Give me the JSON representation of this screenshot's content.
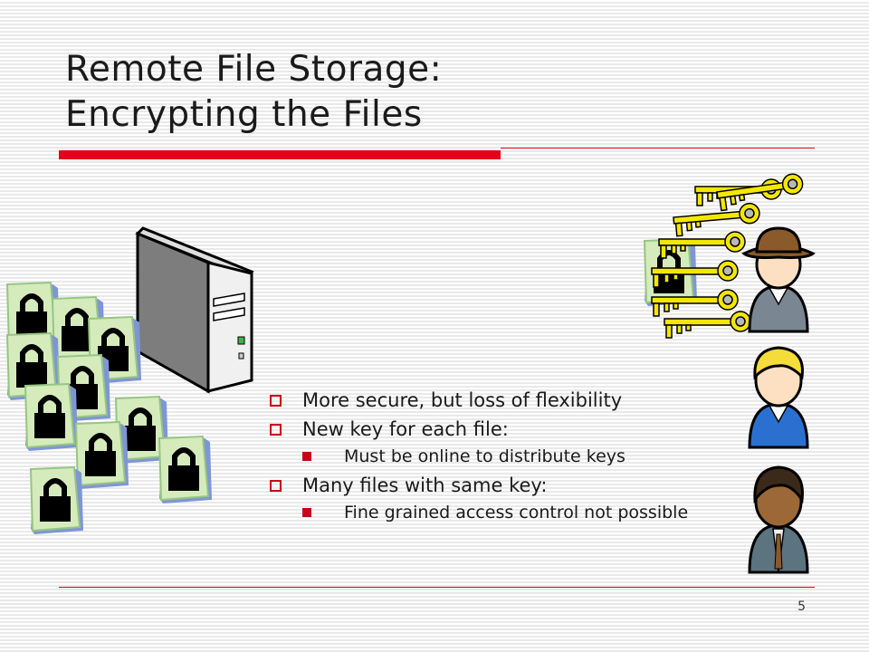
{
  "title": {
    "line1": "Remote File Storage:",
    "line2": "Encrypting the Files"
  },
  "bullets": [
    {
      "level": 1,
      "text": "More secure, but loss of flexibility"
    },
    {
      "level": 1,
      "text": "New key for each file:"
    },
    {
      "level": 2,
      "text": "Must be online to distribute keys"
    },
    {
      "level": 1,
      "text": "Many files with same key:"
    },
    {
      "level": 2,
      "text": "Fine grained access control not possible"
    }
  ],
  "page_number": "5",
  "illustration": {
    "server": "server-tower-icon",
    "files": "encrypted-file-icon",
    "keys": "key-icon",
    "users": [
      "user-hat-icon",
      "user-blonde-icon",
      "user-dark-icon"
    ]
  },
  "colors": {
    "accent": "#e2001a",
    "bullet": "#c8001a",
    "key": "#f5e900",
    "paper": "#d5ebbc"
  }
}
